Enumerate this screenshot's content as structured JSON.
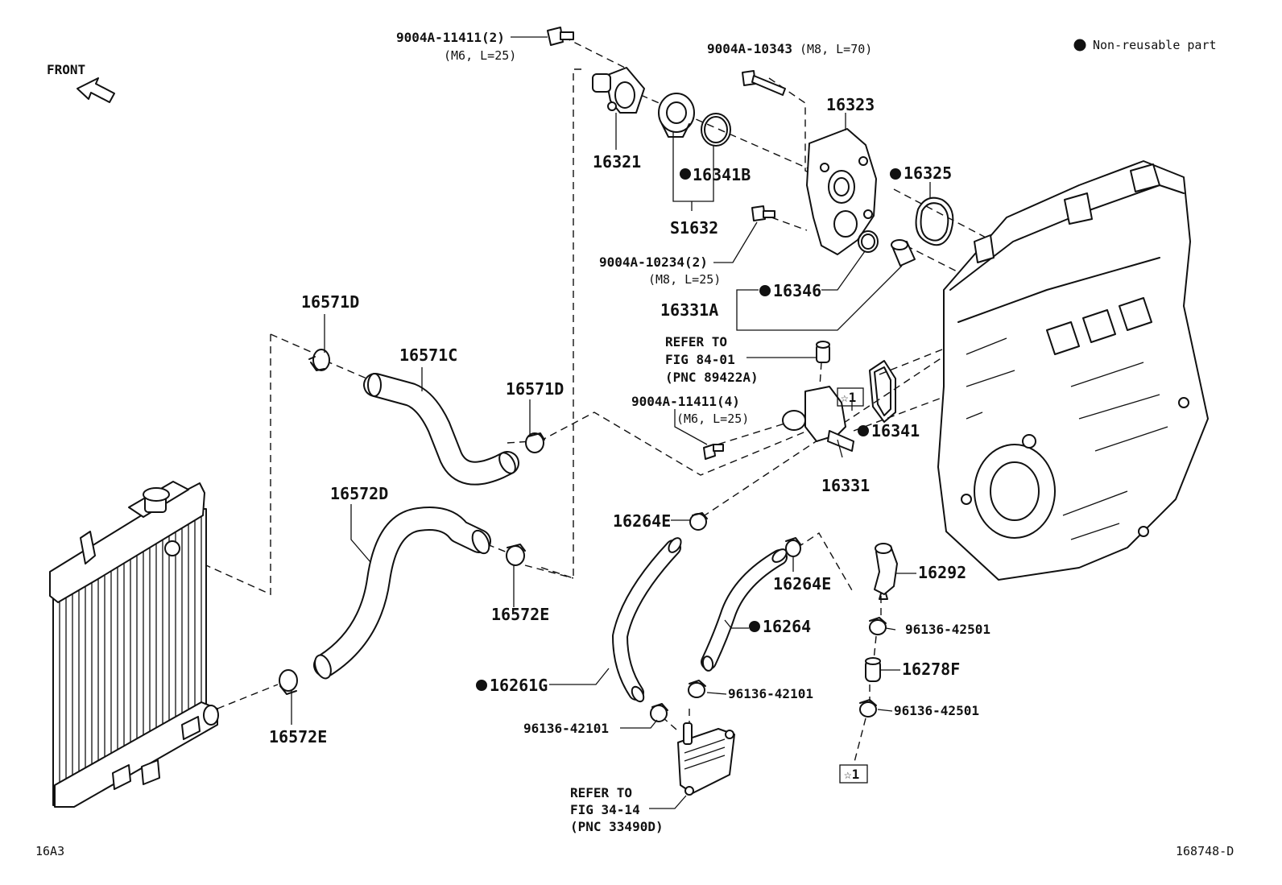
{
  "front_label": "FRONT",
  "legend": {
    "symbol": "●",
    "text": "Non-reusable part"
  },
  "corner_left": "16A3",
  "corner_right": "168748-D",
  "parts": {
    "bolt_top": {
      "number": "9004A-11411(2)",
      "spec": "(M6, L=25)"
    },
    "bolt_m8_70": {
      "number": "9004A-10343",
      "spec": "(M8, L=70)"
    },
    "water_outlet": {
      "number": "16321"
    },
    "gasket_16341b": {
      "number": "16341B",
      "nonreusable": "●"
    },
    "thermostat_set": {
      "number": "S1632"
    },
    "housing_16323": {
      "number": "16323"
    },
    "gasket_16325": {
      "number": "16325",
      "nonreusable": "●"
    },
    "bolt_m8_25": {
      "number": "9004A-10234(2)",
      "spec": "(M8, L=25)"
    },
    "oring_16346": {
      "number": "16346",
      "nonreusable": "●"
    },
    "pipe_16331a": {
      "number": "16331A"
    },
    "sensor_ref": {
      "line1": "REFER TO",
      "line2": "FIG 84-01",
      "line3": "(PNC 89422A)"
    },
    "bolt_m6_4": {
      "number": "9004A-11411(4)",
      "spec": "(M6, L=25)"
    },
    "gasket_16341": {
      "number": "16341",
      "nonreusable": "●"
    },
    "water_inlet_16331": {
      "number": "16331"
    },
    "clamp_16571d_left": {
      "number": "16571D"
    },
    "hose_16571c": {
      "number": "16571C"
    },
    "clamp_16571d_right": {
      "number": "16571D"
    },
    "hose_16572d": {
      "number": "16572D"
    },
    "clamp_16572e_right": {
      "number": "16572E"
    },
    "clamp_16572e_left": {
      "number": "16572E"
    },
    "clamp_16264e_left": {
      "number": "16264E"
    },
    "clamp_16264e_right": {
      "number": "16264E"
    },
    "hose_16264": {
      "number": "16264",
      "nonreusable": "●"
    },
    "hose_16261g": {
      "number": "16261G",
      "nonreusable": "●"
    },
    "pipe_16292": {
      "number": "16292"
    },
    "clamp_96136_42501_top": {
      "number": "96136-42501"
    },
    "hose_16278f": {
      "number": "16278F"
    },
    "clamp_96136_42501_bottom": {
      "number": "96136-42501"
    },
    "clamp_96136_42101_right": {
      "number": "96136-42101"
    },
    "clamp_96136_42101_left": {
      "number": "96136-42101"
    },
    "cooler_ref": {
      "line1": "REFER TO",
      "line2": "FIG 34-14",
      "line3": "(PNC 33490D)"
    },
    "star_ref_top": {
      "text": "☆1"
    },
    "star_ref_bottom": {
      "text": "☆1"
    }
  }
}
